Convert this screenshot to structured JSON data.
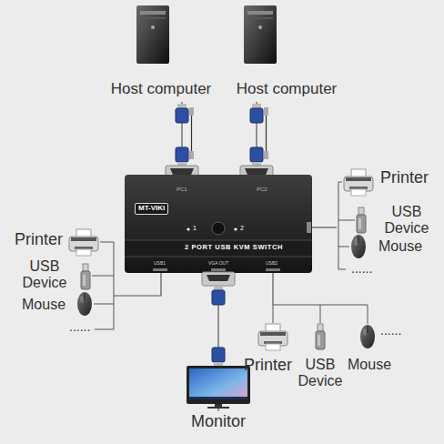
{
  "diagram": {
    "nodes": [
      {
        "text": [
          "Host computer"
        ]
      },
      {
        "text": [
          "Host computer"
        ]
      },
      {
        "text": [
          "PC1",
          "PC2",
          "MT-VIKI",
          "1",
          "2",
          "2 PORT USB KVM SWITCH",
          "USB1",
          "VGA OUT",
          "USB2"
        ]
      },
      {
        "text": [
          "Printer",
          "USB Device",
          "Mouse",
          "......"
        ]
      },
      {
        "text": [
          "Printer",
          "USB Device",
          "Mouse",
          "......"
        ]
      },
      {
        "text": [
          "Printer",
          "USB Device",
          "Mouse",
          "......"
        ]
      },
      {
        "text": [
          "Monitor"
        ]
      }
    ],
    "edges": [
      {
        "from": 0,
        "to": 2,
        "arrow": "none"
      },
      {
        "from": 1,
        "to": 2,
        "arrow": "none"
      },
      {
        "from": 2,
        "to": 3,
        "arrow": "none"
      },
      {
        "from": 2,
        "to": 4,
        "arrow": "none"
      },
      {
        "from": 2,
        "to": 5,
        "arrow": "none"
      },
      {
        "from": 2,
        "to": 6,
        "arrow": "none"
      }
    ]
  }
}
